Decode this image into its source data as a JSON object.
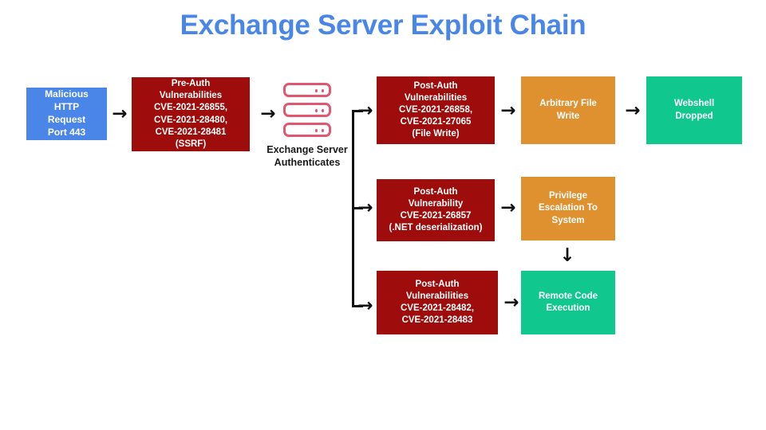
{
  "title": "Exchange Server Exploit Chain",
  "colors": {
    "title": "#4a86e8",
    "entry": "#4a86e8",
    "vulnerability": "#9e0c0c",
    "impact_intermediate": "#e0912f",
    "impact_final": "#10c78d",
    "arrow": "#111111",
    "server_icon": "#e2566f",
    "background": "#ffffff"
  },
  "nodes": {
    "entry": {
      "lines": [
        "Malicious",
        "HTTP",
        "Request",
        "Port 443"
      ]
    },
    "pre_auth": {
      "lines": [
        "Pre-Auth",
        "Vulnerabilities",
        "CVE-2021-26855,",
        "CVE-2021-28480,",
        "CVE-2021-28481",
        "(SSRF)"
      ]
    },
    "server": {
      "caption": [
        "Exchange Server",
        "Authenticates"
      ],
      "icon": "server-stack-icon"
    },
    "post_auth_file_write": {
      "lines": [
        "Post-Auth",
        "Vulnerabilities",
        "CVE-2021-26858,",
        "CVE-2021-27065",
        "(File Write)"
      ]
    },
    "arbitrary_file_write": {
      "lines": [
        "Arbitrary File",
        "Write"
      ]
    },
    "webshell_dropped": {
      "lines": [
        "Webshell",
        "Dropped"
      ]
    },
    "post_auth_deserialization": {
      "lines": [
        "Post-Auth",
        "Vulnerability",
        "CVE-2021-26857",
        "(.NET deserialization)"
      ]
    },
    "privilege_escalation": {
      "lines": [
        "Privilege",
        "Escalation To",
        "System"
      ]
    },
    "post_auth_rce": {
      "lines": [
        "Post-Auth",
        "Vulnerabilities",
        "CVE-2021-28482,",
        "CVE-2021-28483"
      ]
    },
    "remote_code_execution": {
      "lines": [
        "Remote Code",
        "Execution"
      ]
    }
  },
  "arrows": {
    "right": "→",
    "down": "↓"
  }
}
